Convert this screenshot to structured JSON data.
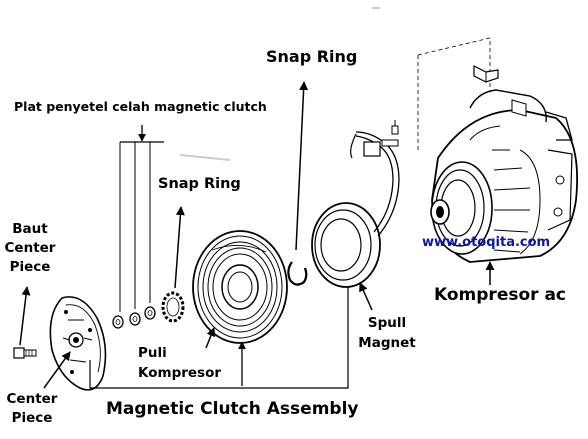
{
  "labels": {
    "snap_ring_top": "Snap Ring",
    "plat": "Plat penyetel celah magnetic clutch",
    "snap_ring_mid": "Snap Ring",
    "baut": "Baut\nCenter\nPiece",
    "center_piece": "Center\nPiece",
    "puli": "Puli\nKompresor",
    "spull": "Spull\nMagnet",
    "website": "www.otoqita.com",
    "kompresor": "Kompresor ac",
    "assembly": "Magnetic Clutch Assembly"
  },
  "colors": {
    "line": "#000000",
    "website": "#0a17a8",
    "part_fill": "#ffffff",
    "shade": "#d9d9d9"
  }
}
